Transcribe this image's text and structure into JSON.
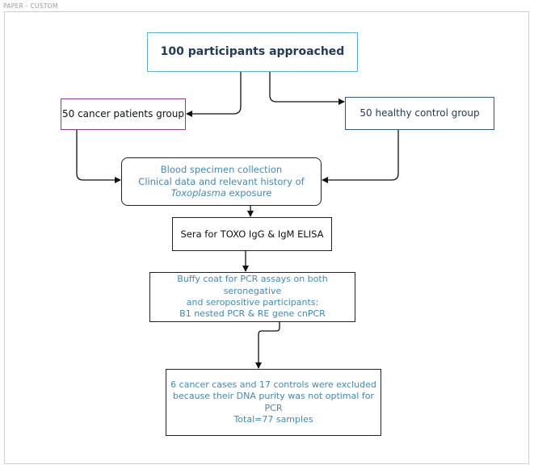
{
  "page_label": "PAPER - CUSTOM",
  "boxes": {
    "participants": "100 participants approached",
    "cancer_group": "50 cancer patients group",
    "healthy_group": "50 healthy control group",
    "blood": {
      "line1": "Blood specimen collection",
      "line2": "Clinical data and relevant history of",
      "line3_italic": "Toxoplasma",
      "line3_rest": " exposure"
    },
    "sera": "Sera for TOXO IgG & IgM ELISA",
    "buffy": {
      "line1": "Buffy coat for PCR assays on both seronegative",
      "line2": "and seropositive participants:",
      "line3": "B1 nested PCR & RE gene cnPCR"
    },
    "excluded": {
      "line1": "6 cancer cases and 17 controls were excluded",
      "line2": "because their DNA purity was not optimal for",
      "line3": "PCR",
      "line4": "Total=77 samples"
    }
  },
  "colors": {
    "top_border": "#5fb2d8",
    "cancer_border": "#8e3a8e",
    "healthy_border": "#2f5a8a",
    "accent_text": "#3f8ab8",
    "dark_text": "#1f3a5a"
  }
}
